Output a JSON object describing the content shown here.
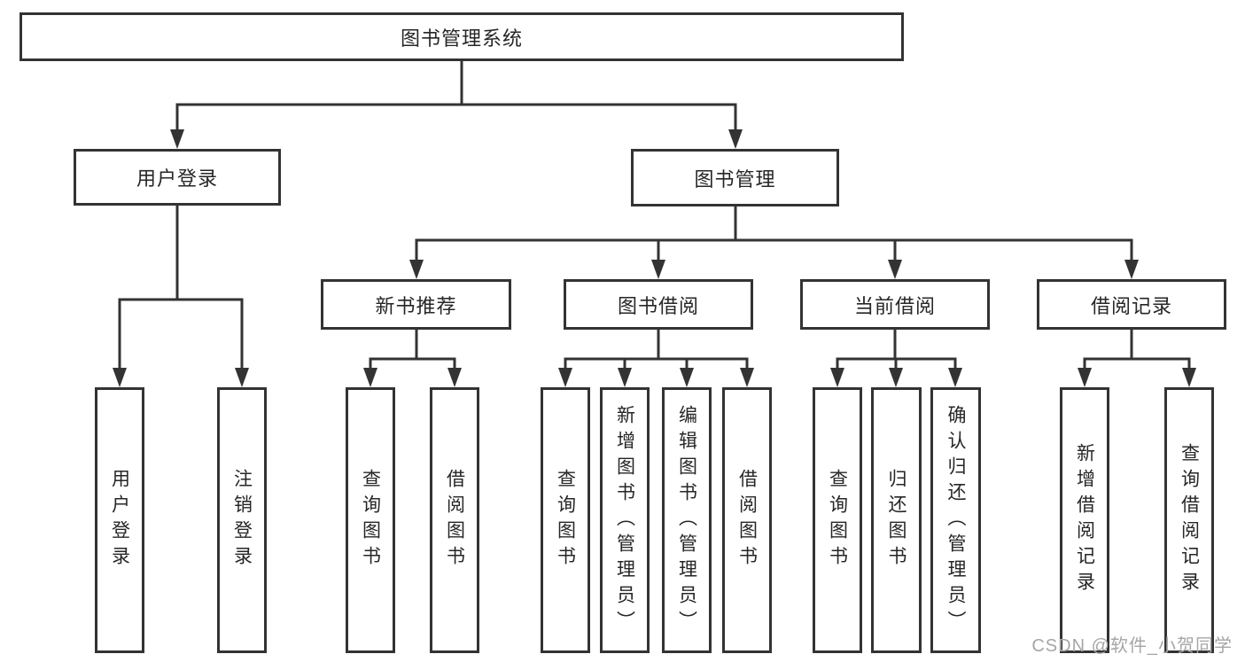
{
  "colors": {
    "line": "#333333",
    "text": "#262626",
    "watermark_gray": "#a6a6a6",
    "background": "#ffffff"
  },
  "watermark": {
    "text": "CSDN @软件_小贺同学"
  },
  "tree": {
    "root": {
      "label": "图书管理系统",
      "children": [
        {
          "label": "用户登录",
          "children": [
            {
              "label": "用户登录"
            },
            {
              "label": "注销登录"
            }
          ]
        },
        {
          "label": "图书管理",
          "children": [
            {
              "label": "新书推荐",
              "children": [
                {
                  "label": "查询图书"
                },
                {
                  "label": "借阅图书"
                }
              ]
            },
            {
              "label": "图书借阅",
              "children": [
                {
                  "label": "查询图书"
                },
                {
                  "label": "新增图书（管理员）"
                },
                {
                  "label": "编辑图书（管理员）"
                },
                {
                  "label": "借阅图书"
                }
              ]
            },
            {
              "label": "当前借阅",
              "children": [
                {
                  "label": "查询图书"
                },
                {
                  "label": "归还图书"
                },
                {
                  "label": "确认归还（管理员）"
                }
              ]
            },
            {
              "label": "借阅记录",
              "children": [
                {
                  "label": "新增借阅记录"
                },
                {
                  "label": "查询借阅记录"
                }
              ]
            }
          ]
        }
      ]
    }
  }
}
